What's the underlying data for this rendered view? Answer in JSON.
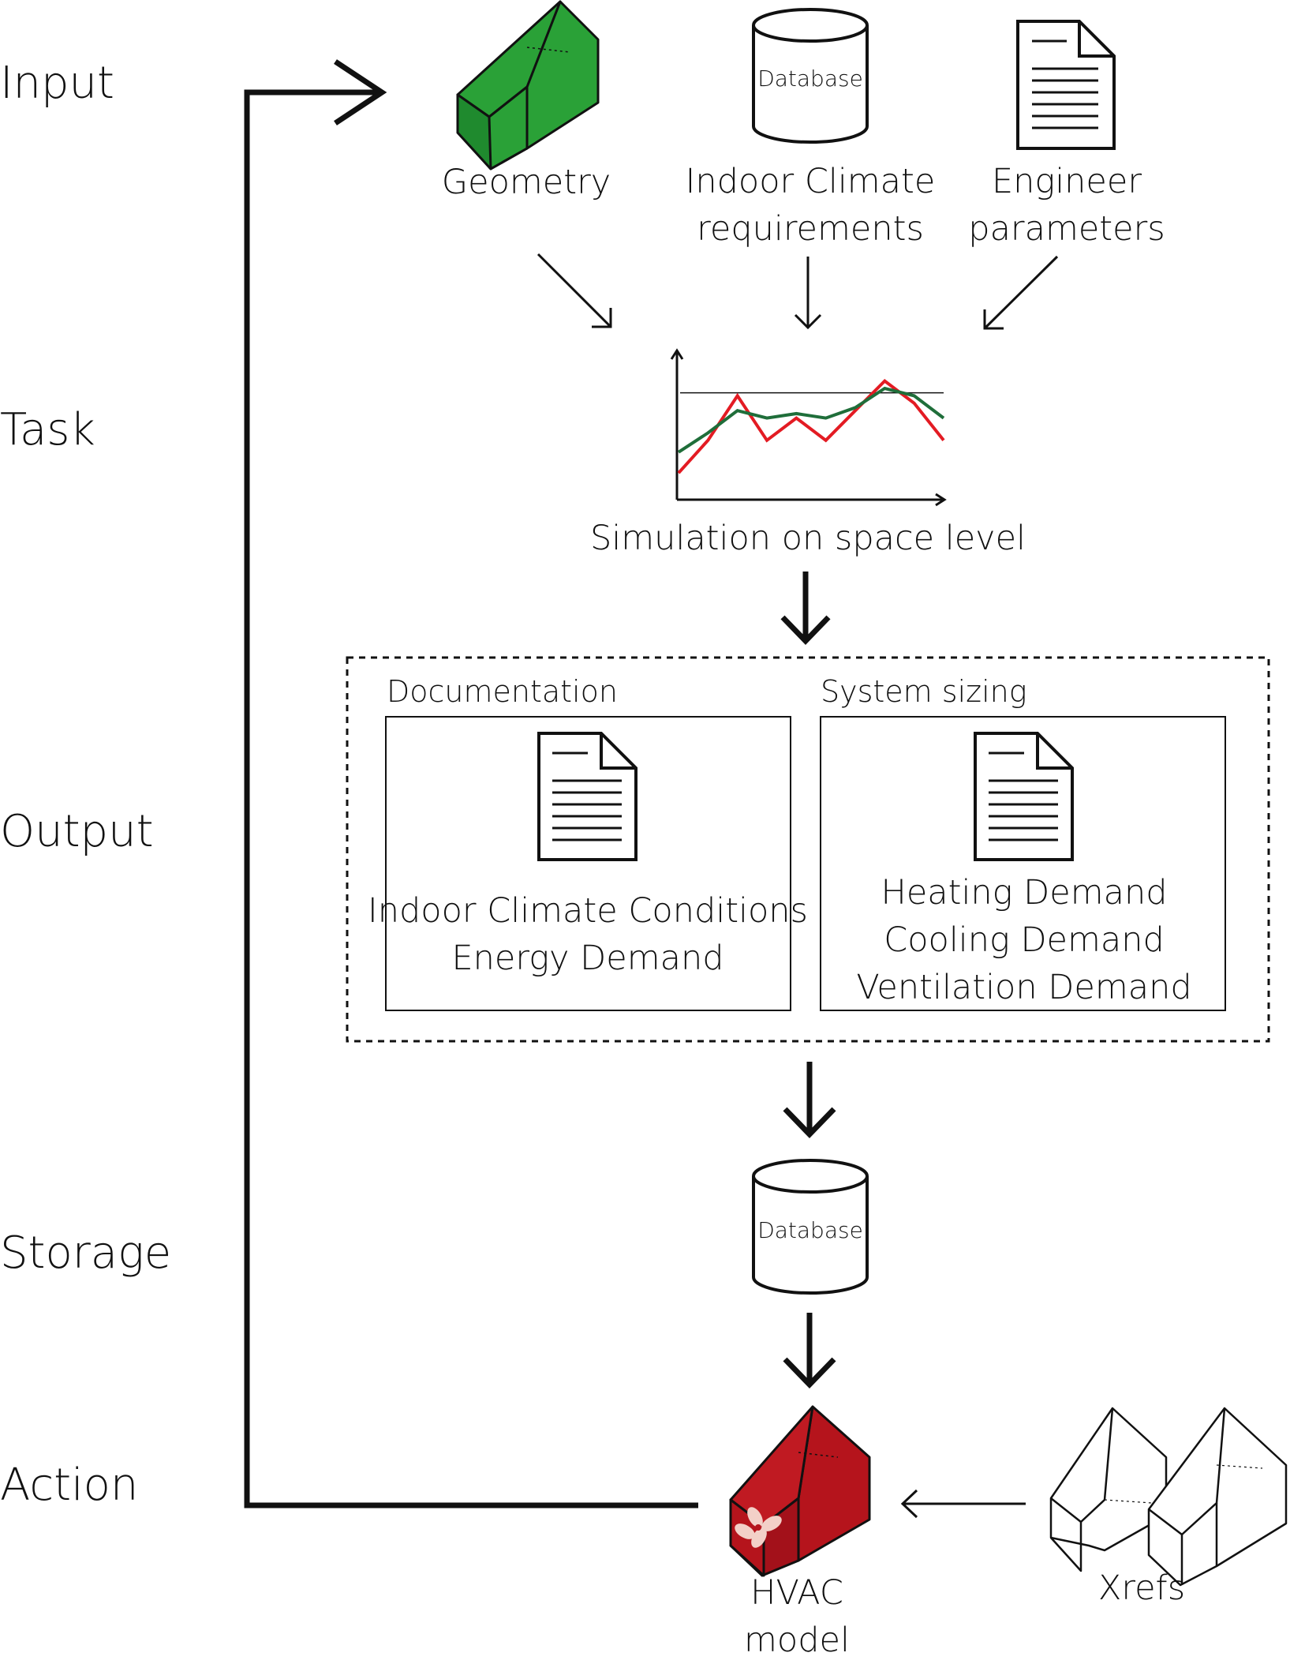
{
  "rows": {
    "input": "Input",
    "task": "Task",
    "output": "Output",
    "storage": "Storage",
    "action": "Action"
  },
  "inputs": {
    "geometry": "Geometry",
    "database_icon_label": "Database",
    "indoor_climate": [
      "Indoor Climate",
      "requirements"
    ],
    "engineer": [
      "Engineer",
      "parameters"
    ]
  },
  "task": {
    "caption": "Simulation on space level",
    "chart_data": {
      "type": "line",
      "title": "",
      "xlabel": "",
      "ylabel": "",
      "threshold": 0.72,
      "x": [
        0,
        1,
        2,
        3,
        4,
        5,
        6,
        7,
        8,
        9
      ],
      "series": [
        {
          "color": "#e31b23",
          "values": [
            0.18,
            0.4,
            0.7,
            0.4,
            0.55,
            0.4,
            0.6,
            0.8,
            0.65,
            0.4
          ]
        },
        {
          "color": "#1f6e3a",
          "values": [
            0.32,
            0.45,
            0.6,
            0.55,
            0.58,
            0.55,
            0.62,
            0.75,
            0.7,
            0.55
          ]
        }
      ]
    }
  },
  "output": {
    "documentation": {
      "title": "Documentation",
      "lines": [
        "Indoor Climate Conditions",
        "Energy Demand"
      ]
    },
    "system_sizing": {
      "title": "System sizing",
      "lines": [
        "Heating Demand",
        "Cooling Demand",
        "Ventilation Demand"
      ]
    }
  },
  "storage": {
    "database_label": "Database"
  },
  "action": {
    "hvac": [
      "HVAC",
      "model"
    ],
    "xrefs": "Xrefs"
  },
  "colors": {
    "geometry_green": "#2aa137",
    "hvac_red": "#b5141c",
    "chart_red": "#e31b23",
    "chart_green": "#1f6e3a",
    "stroke": "#111111"
  }
}
